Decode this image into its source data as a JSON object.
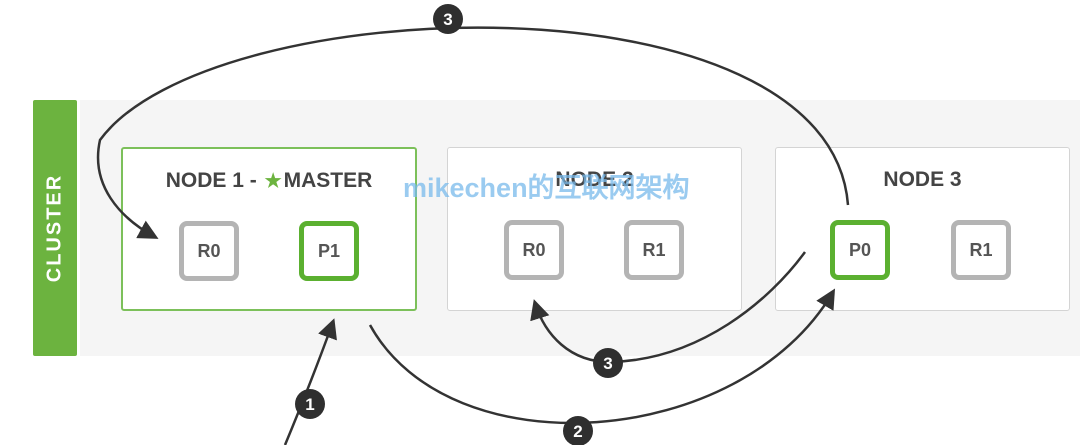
{
  "cluster": {
    "label": "CLUSTER"
  },
  "nodes": [
    {
      "title": "NODE 1 - ",
      "master_label": "MASTER",
      "is_master": true,
      "shards": [
        {
          "label": "R0",
          "kind": "replica"
        },
        {
          "label": "P1",
          "kind": "primary"
        }
      ]
    },
    {
      "title": "NODE 2",
      "shards": [
        {
          "label": "R0",
          "kind": "replica"
        },
        {
          "label": "R1",
          "kind": "replica"
        }
      ]
    },
    {
      "title": "NODE 3",
      "shards": [
        {
          "label": "P0",
          "kind": "primary"
        },
        {
          "label": "R1",
          "kind": "replica"
        }
      ]
    }
  ],
  "steps": [
    "1",
    "2",
    "3",
    "3"
  ],
  "watermark": "mikechen的互联网架构",
  "colors": {
    "accent_green": "#6cb33f",
    "primary_border": "#5bb030",
    "replica_border": "#b4b4b4",
    "arrow": "#333333"
  },
  "icons": {
    "master": "star-icon"
  }
}
